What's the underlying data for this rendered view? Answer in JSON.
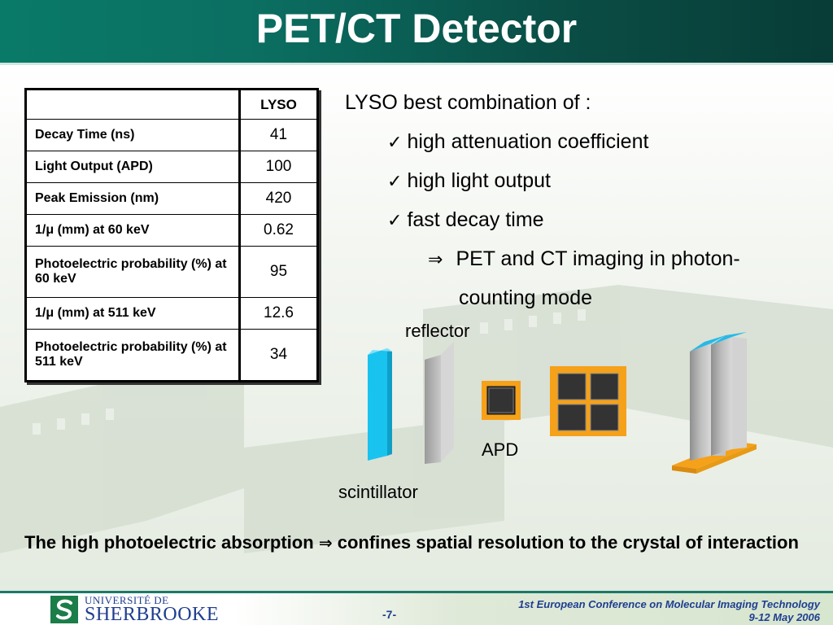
{
  "title": "PET/CT Detector",
  "table": {
    "header": "LYSO",
    "rows": [
      {
        "label": "Decay Time (ns)",
        "value": "41"
      },
      {
        "label": "Light Output (APD)",
        "value": "100"
      },
      {
        "label": "Peak Emission (nm)",
        "value": "420"
      },
      {
        "label": "1/μ (mm) at 60 keV",
        "value": "0.62"
      },
      {
        "label": "Photoelectric probability (%) at 60 keV",
        "value": "95"
      },
      {
        "label": "1/μ (mm) at 511 keV",
        "value": "12.6"
      },
      {
        "label": "Photoelectric probability (%) at 511 keV",
        "value": "34"
      }
    ]
  },
  "bullets": {
    "intro": "LYSO best combination of :",
    "check_glyph": "✓",
    "items": [
      "high attenuation coefficient",
      "high light output",
      "fast decay time"
    ],
    "implies_glyph": "⇒",
    "conclusion_line1": "PET and CT imaging in photon-",
    "conclusion_line2": "counting mode"
  },
  "diagram": {
    "reflector_label": "reflector",
    "apd_label": "APD",
    "scintillator_label": "scintillator",
    "colors": {
      "scintillator": "#19c3ef",
      "reflector": "#a8a8a8",
      "apd_frame": "#f5a11a",
      "apd_pixel": "#333333",
      "module_top": "#27b9e6"
    }
  },
  "bottom": {
    "part1": "The high photoelectric absorption",
    "arrow": "⇒",
    "part2": "confines spatial resolution to the crystal of interaction"
  },
  "footer": {
    "logo_line1": "UNIVERSITÉ DE",
    "logo_line2": "SHERBROOKE",
    "logo_icon": "university-s-logo-icon",
    "page": "-7-",
    "conference_line1": "1st European Conference on Molecular Imaging Technology",
    "conference_line2": "9-12 May 2006"
  },
  "colors": {
    "header": "#0b6f62",
    "footer_text": "#1f3e8f"
  }
}
